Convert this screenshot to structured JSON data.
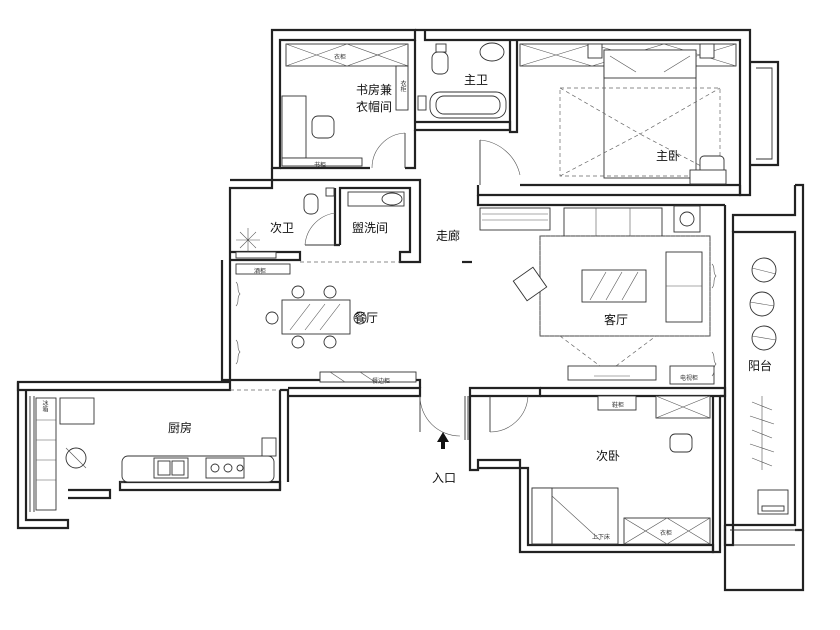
{
  "rooms": {
    "study_line1": "书房兼",
    "study_line2": "衣帽间",
    "master_bath": "主卫",
    "master_bedroom": "主卧",
    "second_bath": "次卫",
    "washroom": "盥洗间",
    "corridor": "走廊",
    "dining": "餐厅",
    "living": "客厅",
    "balcony": "阳台",
    "kitchen": "厨房",
    "second_bedroom": "次卧",
    "entrance": "入口"
  },
  "cabinet_labels": {
    "wardrobe": "衣柜",
    "bookcase": "书柜",
    "shoe_cabinet": "鞋柜",
    "sideboard": "餐边柜",
    "tv_cabinet": "电视柜",
    "fridge": "冰箱",
    "bunk_bed": "上下床",
    "wine_cabinet": "酒柜"
  }
}
